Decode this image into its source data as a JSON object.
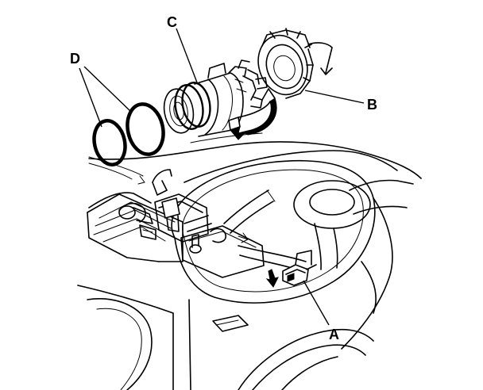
{
  "labels": {
    "a": "A",
    "b": "B",
    "c": "C",
    "d": "D"
  },
  "colors": {
    "ink": "#000000",
    "paper": "#ffffff"
  },
  "parts": {
    "a": "connector",
    "b": "locking-ring",
    "c": "fuel-pump-module",
    "d": "o-rings"
  }
}
